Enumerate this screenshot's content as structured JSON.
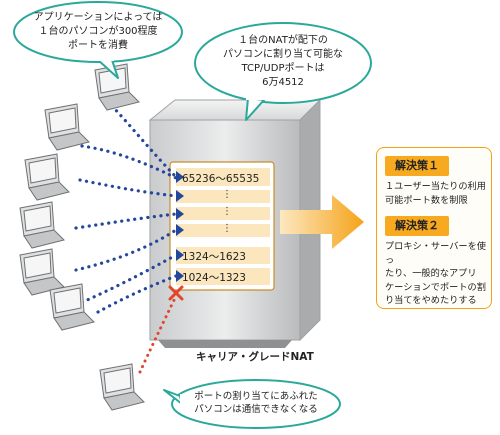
{
  "bubbles": {
    "top_left": {
      "line1": "アプリケーションによっては",
      "line2": "１台のパソコンが300程度",
      "line3": "ポートを消費"
    },
    "top_center": {
      "line1": "１台のNATが配下の",
      "line2": "パソコンに割り当て可能な",
      "line3": "TCP/UDPポートは",
      "line4": "6万4512"
    },
    "bottom": {
      "line1": "ポートの割り当てにあふれた",
      "line2": "パソコンは通信できなくなる"
    }
  },
  "nat": {
    "label": "キャリア・グレードNAT",
    "ports": [
      {
        "label": "65236〜65535"
      },
      {
        "label": "⋮"
      },
      {
        "label": "⋮"
      },
      {
        "label": "⋮"
      },
      {
        "label": "1324〜1623"
      },
      {
        "label": "1024〜1323"
      }
    ]
  },
  "solutions": [
    {
      "title": "解決策１",
      "lines": [
        "１ユーザー当たりの利用",
        "可能ポート数を制限"
      ]
    },
    {
      "title": "解決策２",
      "lines": [
        "プロキシ・サーバーを使っ",
        "たり、一般的なアプリ",
        "ケーションでポートの割",
        "り当てをやめたりする"
      ]
    }
  ],
  "colors": {
    "bubble_border": "#2aa89a",
    "arrow_blue": "#23479a",
    "arrow_red": "#e2452b",
    "accent_orange": "#f5a31a",
    "port_box": "#fbe6bd"
  }
}
